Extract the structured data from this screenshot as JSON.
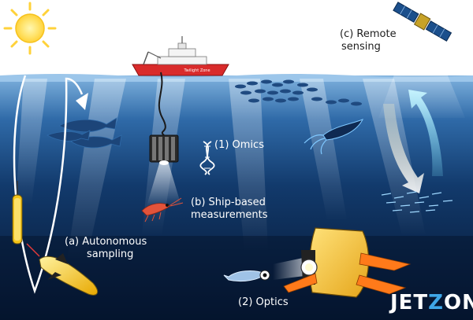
{
  "labels": {
    "remote_sensing_line1": "(c) Remote",
    "remote_sensing_line2": "sensing",
    "omics": "(1) Omics",
    "ship_based_line1": "(b) Ship-based",
    "ship_based_line2": "measurements",
    "autonomous_line1": "(a) Autonomous",
    "autonomous_line2": "sampling",
    "optics": "(2) Optics"
  },
  "ship_name": "Twilight Zone",
  "logo": {
    "part1": "JET",
    "part2": "Z",
    "part3": "ON"
  },
  "colors": {
    "sky": "#ffffff",
    "surface_water": "#6fa6d6",
    "mid_water": "#12396b",
    "deep_water": "#061a3a",
    "ship_hull": "#d92b2b",
    "glider": "#f5c518",
    "lander": "#f2c12e",
    "fins": "#ff7a1a",
    "logo_accent": "#3fa7e8"
  }
}
